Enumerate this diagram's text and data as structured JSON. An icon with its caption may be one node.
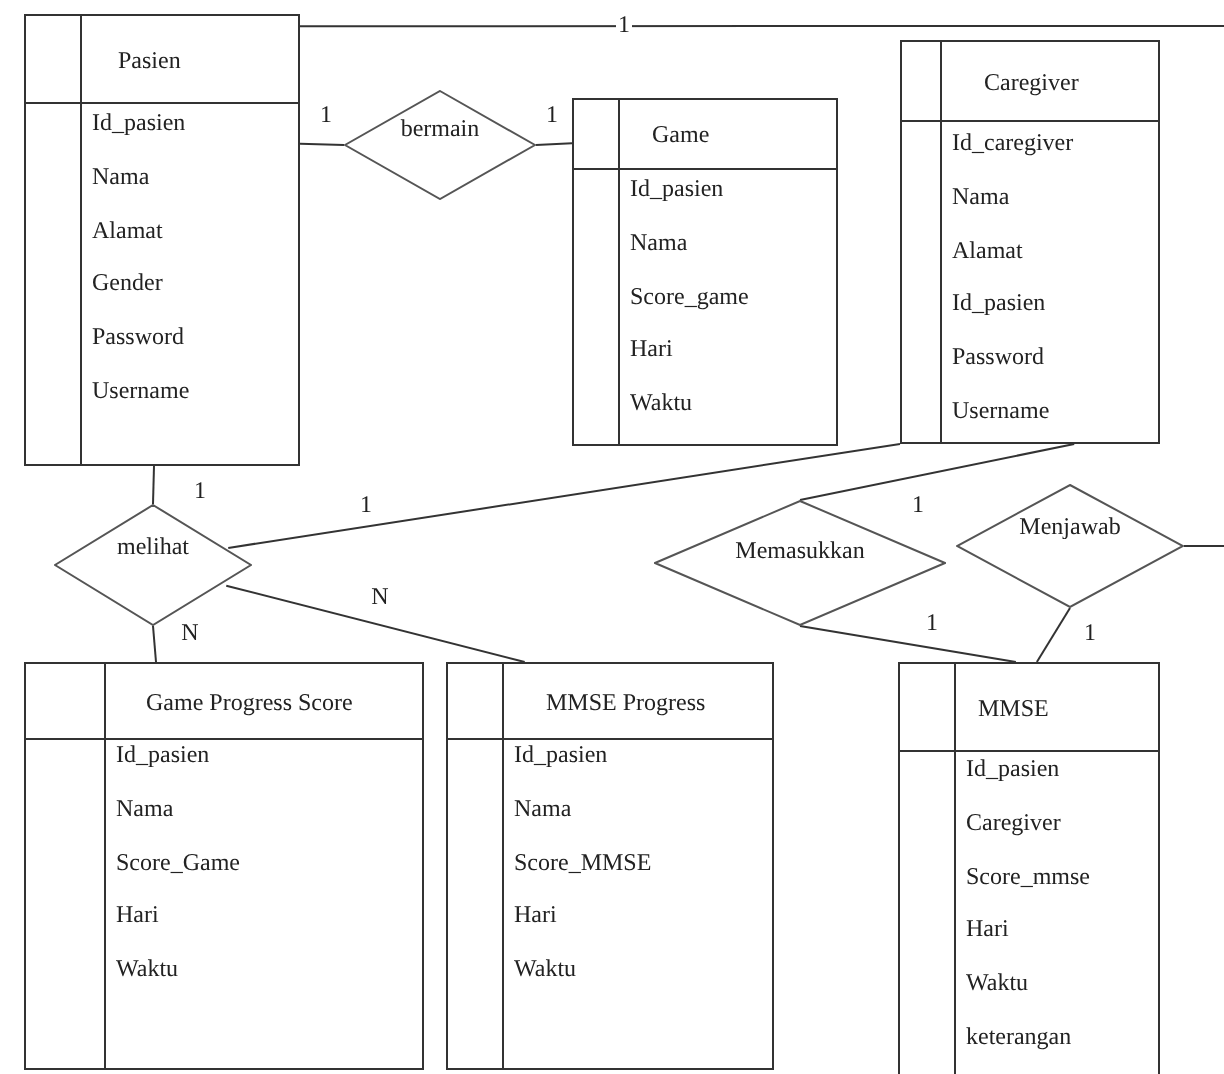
{
  "diagram": {
    "nodes": [
      {
        "text": [
          "Pasien",
          "Id_pasien",
          "Nama",
          "Alamat",
          "Gender",
          "Password",
          "Username"
        ]
      },
      {
        "text": [
          "bermain"
        ]
      },
      {
        "text": [
          "Game",
          "Id_pasien",
          "Nama",
          "Score_game",
          "Hari",
          "Waktu"
        ]
      },
      {
        "text": [
          "Caregiver",
          "Id_caregiver",
          "Nama",
          "Alamat",
          "Id_pasien",
          "Password",
          "Username"
        ]
      },
      {
        "text": [
          "melihat"
        ]
      },
      {
        "text": [
          "Game Progress Score",
          "Id_pasien",
          "Nama",
          "Score_Game",
          "Hari",
          "Waktu"
        ]
      },
      {
        "text": [
          "MMSE Progress",
          "Id_pasien",
          "Nama",
          "Score_MMSE",
          "Hari",
          "Waktu"
        ]
      },
      {
        "text": [
          "Memasukkan"
        ]
      },
      {
        "text": [
          "Menjawab"
        ]
      },
      {
        "text": [
          "MMSE",
          "Id_pasien",
          "Caregiver",
          "Score_mmse",
          "Hari",
          "Waktu",
          "keterangan"
        ]
      }
    ],
    "edges": [
      {
        "from": 0,
        "to": null,
        "arrow": "none",
        "label": "1"
      },
      {
        "from": 0,
        "to": 1,
        "arrow": "none",
        "label": "1"
      },
      {
        "from": 1,
        "to": 2,
        "arrow": "none",
        "label": "1"
      },
      {
        "from": 0,
        "to": 4,
        "arrow": "none",
        "label": "1"
      },
      {
        "from": 4,
        "to": 3,
        "arrow": "none",
        "label": "1"
      },
      {
        "from": 4,
        "to": 5,
        "arrow": "none",
        "label": "N"
      },
      {
        "from": 4,
        "to": 6,
        "arrow": "none",
        "label": "N"
      },
      {
        "from": 3,
        "to": 7,
        "arrow": "none",
        "label": "1"
      },
      {
        "from": 7,
        "to": 9,
        "arrow": "none",
        "label": "1"
      },
      {
        "from": 8,
        "to": 9,
        "arrow": "none",
        "label": "1"
      },
      {
        "from": 8,
        "to": null,
        "arrow": "none"
      }
    ]
  }
}
